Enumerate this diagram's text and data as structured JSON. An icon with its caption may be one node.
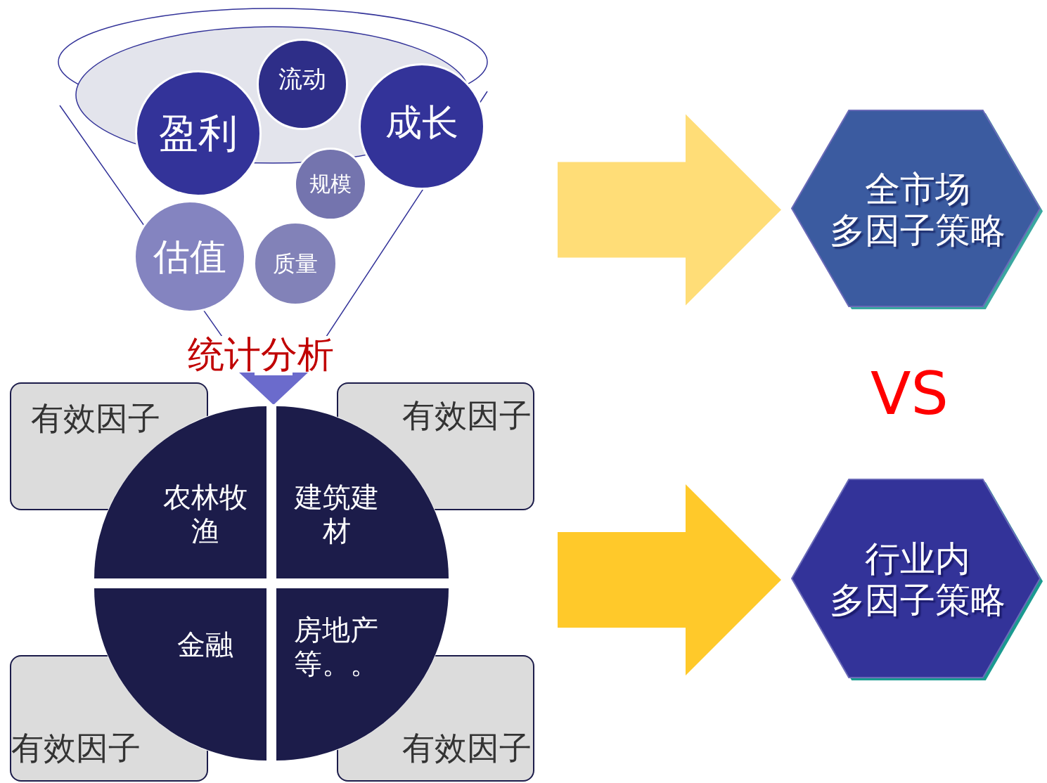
{
  "diagram": {
    "nodes": [
      {
        "text": [
          "盈利"
        ]
      },
      {
        "text": [
          "流动"
        ]
      },
      {
        "text": [
          "成长"
        ]
      },
      {
        "text": [
          "规模"
        ]
      },
      {
        "text": [
          "估值"
        ]
      },
      {
        "text": [
          "质量"
        ]
      },
      {
        "text": [
          "全市场",
          "多因子策略"
        ]
      },
      {
        "text": [
          "有效因子"
        ]
      },
      {
        "text": [
          "有效因子"
        ]
      },
      {
        "text": [],
        "shape": "circle"
      },
      {
        "text": [
          "农林牧渔"
        ],
        "in": 9
      },
      {
        "text": [
          "建筑建材"
        ],
        "in": 9
      },
      {
        "text": [
          "金融"
        ],
        "in": 9
      },
      {
        "text": [
          "房地产等。。"
        ],
        "in": 9
      },
      {
        "text": [
          "行业内",
          "多因子策略"
        ]
      },
      {
        "text": [
          "有效因子"
        ]
      },
      {
        "text": [
          "有效因子"
        ]
      }
    ],
    "edges": [
      {
        "from": null,
        "to": 9,
        "arrow": "to",
        "label": "统计分析",
        "color": "#6b6bcc"
      },
      {
        "from": null,
        "to": 6,
        "arrow": "to",
        "style": "thick",
        "color": "#ffdd77"
      },
      {
        "from": null,
        "to": 14,
        "arrow": "to",
        "style": "thick",
        "color": "#ffc92a"
      }
    ],
    "labels": [
      "VS"
    ]
  }
}
